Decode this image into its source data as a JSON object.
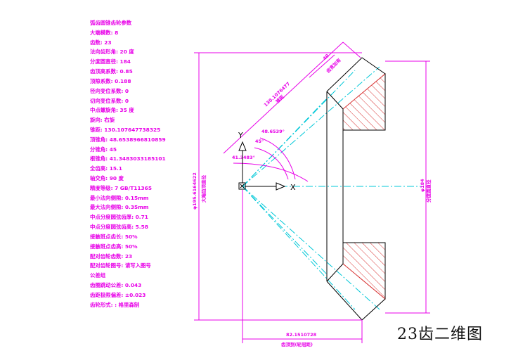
{
  "colors": {
    "dimension": "#e800e8",
    "hatch": "#d83030",
    "centerline": "#00c8d8",
    "outline": "#000000",
    "ucs": "#000000"
  },
  "parameters": [
    "弧齿圆锥齿轮参数",
    "大端模数: 8",
    "齿数: 23",
    "法向齿形角: 20 度",
    "分度圆直径: 184",
    "齿顶高系数: 0.85",
    "顶隙系数: 0.188",
    "径向变位系数: 0",
    "切向变位系数: 0",
    "中点螺旋角: 35 度",
    "旋向: 右旋",
    "锥距: 130.107647738325",
    "顶锥角: 48.6538966810859",
    "分锥角: 45",
    "根锥角: 41.3483033185101",
    "全齿高: 15.1",
    "轴交角: 90 度",
    "精度等级: 7 GB/T11365",
    "最小法向侧隙: 0.15mm",
    "最大法向侧隙: 0.35mm",
    "中点分度圆弦齿厚: 0.71",
    "中点分度圆弦齿高: 5.58",
    "接触斑点齿长: 50%",
    "接触斑点齿高: 50%",
    "配对齿轮齿数: 23",
    "配对齿轮图号: 请写入图号",
    "公差组",
    "齿圈跳动公差: 0.043",
    "齿距极限偏差: ±0.023",
    "齿轮形式: : 格里森制"
  ],
  "dimensions": {
    "face_width_value": "40",
    "face_width_label": "齿宽加有",
    "cone_distance_value": "130.1076477",
    "cone_distance_label": "锥距",
    "face_angle": "48.6539°",
    "pitch_angle": "45°",
    "root_angle": "41.3483°",
    "outside_diameter_value": "φ195.6164622",
    "outside_diameter_label": "大端齿顶直径",
    "pitch_diameter_value": "φ184",
    "pitch_diameter_label": "分度圆直径",
    "crown_to_back_value": "82.1510728",
    "crown_to_back_label": "齿顶到(轮冠距)"
  },
  "ucs": {
    "y_label": "Y",
    "x_label": "X"
  },
  "caption": "23齿二维图"
}
